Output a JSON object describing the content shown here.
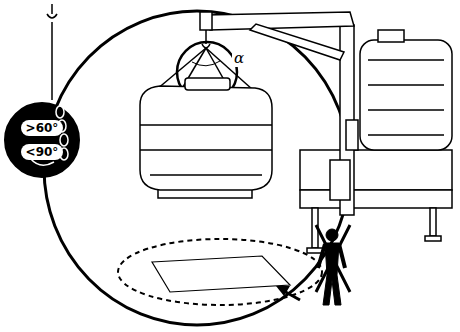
{
  "diagram": {
    "nodes": [
      {
        "text": [
          ">60°",
          "<90°"
        ]
      }
    ],
    "labels": [
      "α"
    ]
  }
}
